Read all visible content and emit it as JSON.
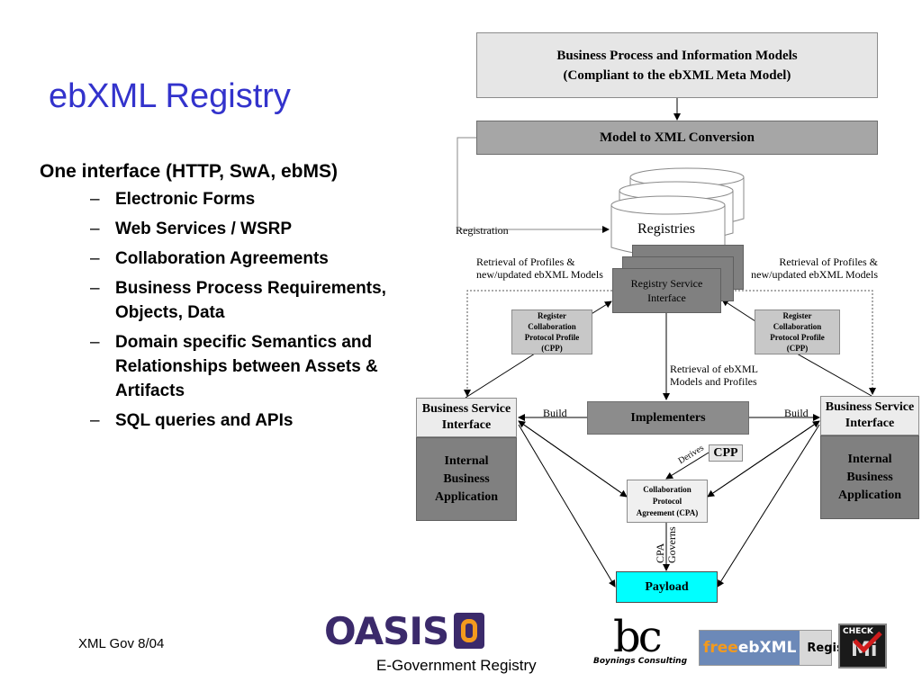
{
  "slide": {
    "title": "ebXML Registry",
    "bullets": {
      "main": "One interface (HTTP, SwA, ebMS)",
      "items": [
        "Electronic Forms",
        "Web Services / WSRP",
        "Collaboration Agreements",
        "Business Process Requirements, Objects, Data",
        "Domain specific Semantics and Relationships between Assets & Artifacts",
        "SQL queries and APIs"
      ]
    },
    "footer_left": "XML Gov 8/04",
    "footer_center": "E-Government Registry",
    "dash": "–"
  },
  "diagram": {
    "models_box": {
      "line1": "Business Process and Information Models",
      "line2": "(Compliant to the ebXML Meta Model)"
    },
    "conversion_box": "Model to XML Conversion",
    "registries": "Registries",
    "registration_label": "Registration",
    "retrieval_left": {
      "line1": "Retrieval of Profiles &",
      "line2": "new/updated ebXML Models"
    },
    "retrieval_right": {
      "line1": "Retrieval of Profiles &",
      "line2": "new/updated ebXML Models"
    },
    "registry_service_interface": {
      "line1": "Registry Service",
      "line2": "Interface"
    },
    "register_cpp_left": [
      "Register",
      "Collaboration",
      "Protocol Profile",
      "(CPP)"
    ],
    "register_cpp_right": [
      "Register",
      "Collaboration",
      "Protocol Profile",
      "(CPP)"
    ],
    "retrieval_center": {
      "line1": "Retrieval of ebXML",
      "line2": "Models and Profiles"
    },
    "bsi_left": {
      "line1": "Business Service",
      "line2": "Interface"
    },
    "bsi_right": {
      "line1": "Business Service",
      "line2": "Interface"
    },
    "iba_left": [
      "Internal",
      "Business",
      "Application"
    ],
    "iba_right": [
      "Internal",
      "Business",
      "Application"
    ],
    "build_left": "Build",
    "build_right": "Build",
    "implementers": "Implementers",
    "cpp_tag": "CPP",
    "derives": "Derives",
    "cpa_box": [
      "Collaboration",
      "Protocol",
      "Agreement  (CPA)"
    ],
    "cpa_governs": {
      "line1": "CPA",
      "line2": "Governs"
    },
    "payload": "Payload"
  },
  "logos": {
    "oasis": "OASIS",
    "bc": "bc",
    "boynings": "Boynings Consulting",
    "freebxml_free": "free",
    "freebxml_rest": "ebXML",
    "registry": "Registry",
    "check": "CHECK",
    "check_m": "Mi"
  },
  "colors": {
    "title": "#3333cc",
    "payload": "#00ffff",
    "oasis": "#3b2a6b",
    "oasis_orange": "#f39a1e",
    "freebxml_bg": "#6c89b8"
  }
}
